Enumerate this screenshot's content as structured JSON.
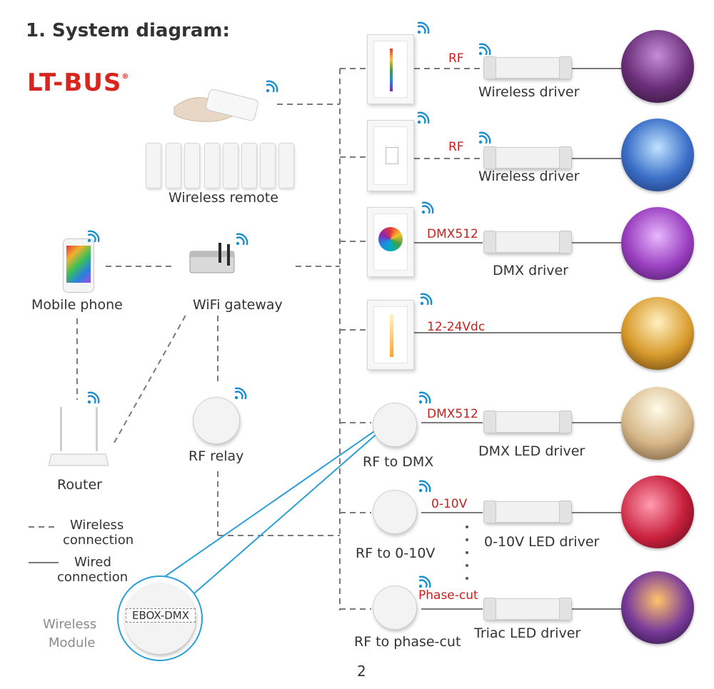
{
  "header": {
    "title": "1. System diagram:",
    "logo": "LT-BUS",
    "logo_mark": "®"
  },
  "devices": {
    "wireless_remote": "Wireless remote",
    "mobile_phone": "Mobile phone",
    "wifi_gateway": "WiFi gateway",
    "router": "Router",
    "rf_relay": "RF relay",
    "rf_to_dmx": "RF to DMX",
    "rf_to_010v": "RF to 0-10V",
    "rf_to_phasecut": "RF to phase-cut"
  },
  "drivers": {
    "row1": "Wireless driver",
    "row2": "Wireless driver",
    "row3": "DMX driver",
    "row5": "DMX LED driver",
    "row6": "0-10V LED driver",
    "row7": "Triac LED driver"
  },
  "signals": {
    "row1": "RF",
    "row2": "RF",
    "row3": "DMX512",
    "row4": "12-24Vdc",
    "row5": "DMX512",
    "row6": "0-10V",
    "row7": "Phase-cut"
  },
  "legend": {
    "wireless_line1": "Wireless",
    "wireless_line2": "connection",
    "wired_line1": "Wired",
    "wired_line2": "connection"
  },
  "module": {
    "side_label_1": "Wireless",
    "side_label_2": "Module",
    "name": "EBOX-DMX"
  },
  "page_number": "2",
  "colors": {
    "signal_red": "#c8201e",
    "module_blue": "#2b9fd6",
    "wifi_blue": "#1a8fd0",
    "logo_red": "#d7261f"
  },
  "icons": [
    "wifi-icon",
    "remote-icon",
    "phone-icon",
    "gateway-icon",
    "router-icon",
    "panel-icon",
    "driver-icon",
    "light-photo"
  ]
}
